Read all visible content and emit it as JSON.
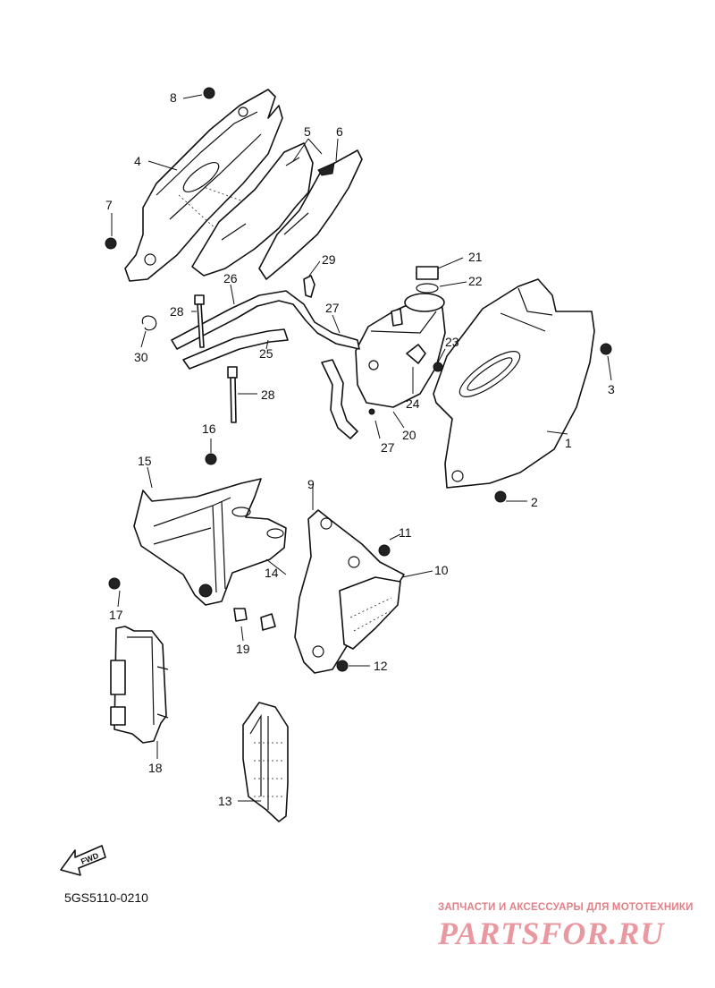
{
  "diagram": {
    "code": "5GS5110-0210",
    "fwd_label": "FWD",
    "callouts": [
      "1",
      "2",
      "3",
      "4",
      "5",
      "6",
      "7",
      "8",
      "9",
      "10",
      "11",
      "12",
      "13",
      "14",
      "15",
      "16",
      "17",
      "18",
      "19",
      "20",
      "21",
      "22",
      "23",
      "24",
      "25",
      "26",
      "27",
      "27",
      "28",
      "28",
      "29",
      "30"
    ]
  },
  "watermark": {
    "tagline": "ЗАПЧАСТИ И АКСЕССУАРЫ ДЛЯ МОТОТЕХНИКИ",
    "logo": "PARTSFOR.RU"
  }
}
